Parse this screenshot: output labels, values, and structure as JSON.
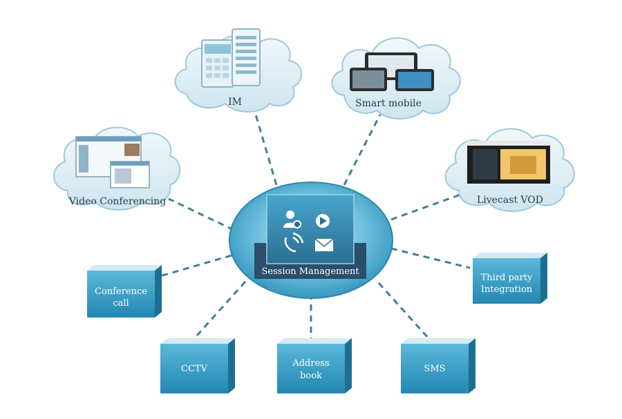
{
  "hub": {
    "label": "Session Management"
  },
  "clouds": {
    "im": "IM",
    "smart_mobile": "Smart mobile",
    "video_conferencing": "Video Conferencing",
    "livecast_vod": "Livecast VOD"
  },
  "boxes": {
    "conference_call": [
      "Conference",
      "call"
    ],
    "third_party": [
      "Third party",
      "Integration"
    ],
    "cctv": "CCTV",
    "address_book": [
      "Address",
      "book"
    ],
    "sms": "SMS"
  },
  "colors": {
    "connector": "#3f7f96",
    "box_front": "#2f9ac1",
    "box_top": "#d4eaf3",
    "cloud_fill": "#dcedf5",
    "cloud_stroke": "#9ec8db",
    "hub_fill": "#57b3d6",
    "hub_panel": "#2a4f6a"
  }
}
